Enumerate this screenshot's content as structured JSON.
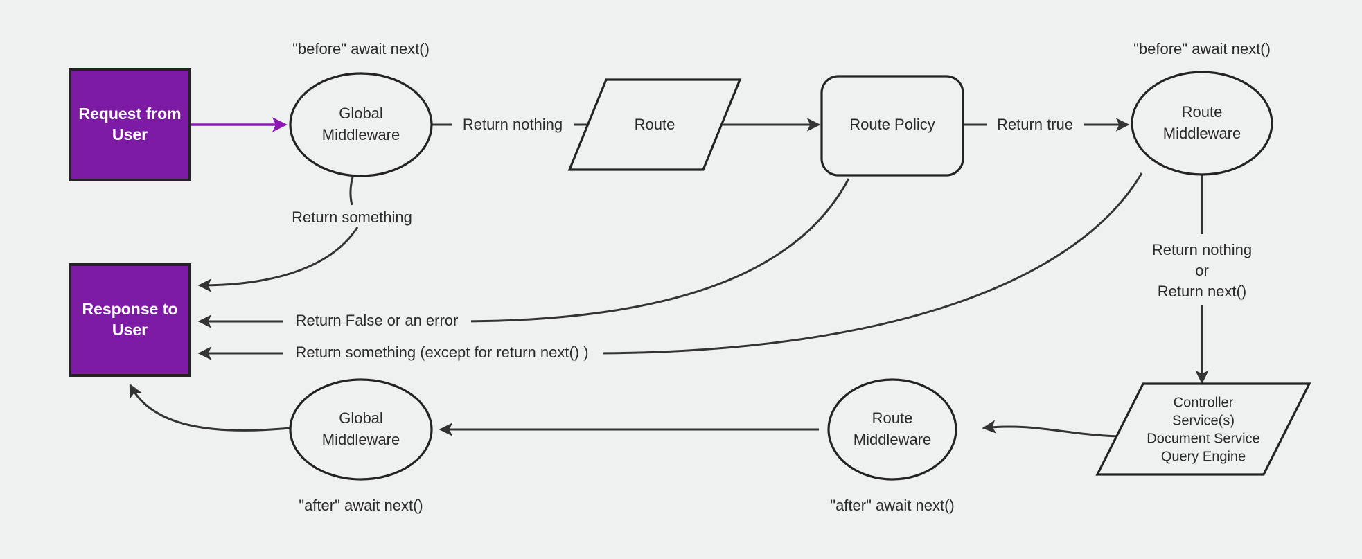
{
  "diagram": {
    "type": "flowchart",
    "background_color": "#eff0f0",
    "accent_color": "#7d1ba4",
    "line_color": "#333333",
    "nodes": {
      "request_from_user": {
        "label_line1": "Request from",
        "label_line2": "User",
        "shape": "rectangle",
        "fill": "#7d1ba4"
      },
      "response_to_user": {
        "label_line1": "Response to",
        "label_line2": "User",
        "shape": "rectangle",
        "fill": "#7d1ba4"
      },
      "global_middleware_before": {
        "label_line1": "Global",
        "label_line2": "Middleware",
        "shape": "ellipse"
      },
      "route": {
        "label": "Route",
        "shape": "parallelogram"
      },
      "route_policy": {
        "label": "Route Policy",
        "shape": "rounded-rectangle"
      },
      "route_middleware_before": {
        "label_line1": "Route",
        "label_line2": "Middleware",
        "shape": "ellipse"
      },
      "controller": {
        "label_line1": "Controller",
        "label_line2": "Service(s)",
        "label_line3": "Document Service",
        "label_line4": "Query Engine",
        "shape": "parallelogram"
      },
      "route_middleware_after": {
        "label_line1": "Route",
        "label_line2": "Middleware",
        "shape": "ellipse"
      },
      "global_middleware_after": {
        "label_line1": "Global",
        "label_line2": "Middleware",
        "shape": "ellipse"
      }
    },
    "annotations": {
      "before_global": "\"before\" await next()",
      "before_route_mw": "\"before\" await next()",
      "after_global": "\"after\" await next()",
      "after_route_mw": "\"after\" await next()"
    },
    "edge_labels": {
      "return_something_global": "Return something",
      "return_nothing": "Return nothing",
      "return_true": "Return true",
      "return_false_or_error": "Return False or an error",
      "return_something_except_next": "Return something (except for return next() )",
      "return_nothing_or_next_1": "Return nothing",
      "return_nothing_or_next_2": "or",
      "return_nothing_or_next_3": "Return next()"
    }
  }
}
